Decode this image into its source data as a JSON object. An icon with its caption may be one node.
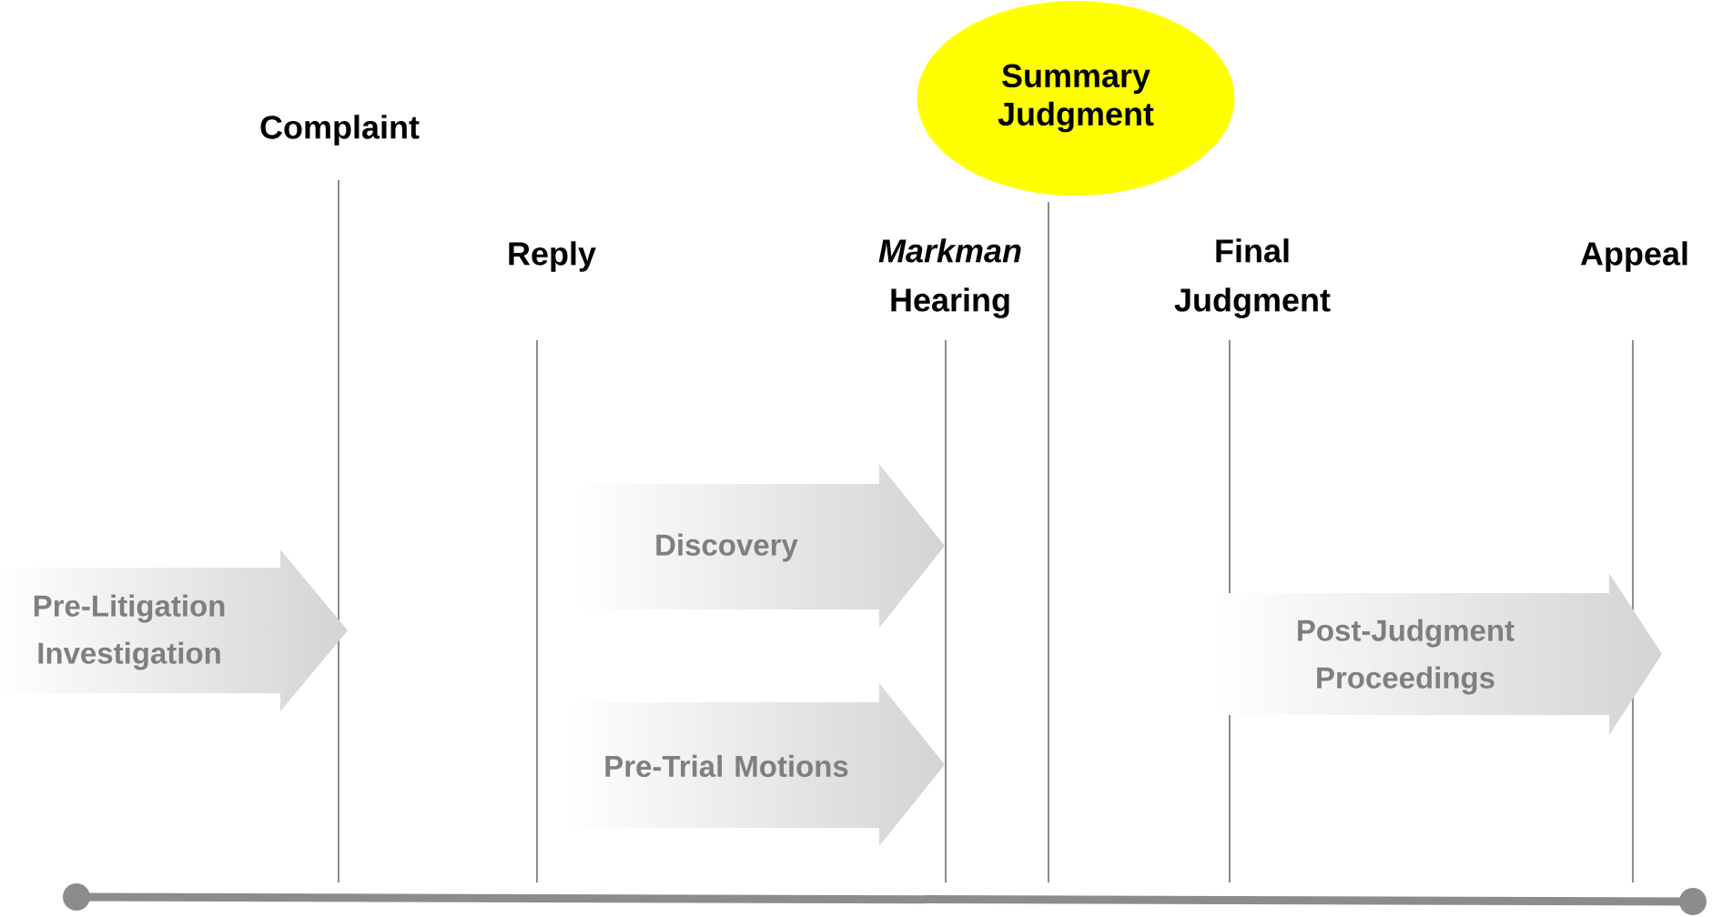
{
  "diagram": {
    "nodes": [
      {
        "text": [
          "Summary Judgment"
        ]
      },
      {
        "text": [
          "Discovery"
        ]
      },
      {
        "text": [
          "Pre-Litigation Investigation"
        ]
      },
      {
        "text": [
          "Post-Judgment Proceedings"
        ]
      },
      {
        "text": [
          "Pre-Trial Motions"
        ]
      }
    ],
    "labels": [
      "Complaint",
      "Reply",
      "*Markman* Hearing",
      "Final Judgment",
      "Appeal"
    ]
  }
}
